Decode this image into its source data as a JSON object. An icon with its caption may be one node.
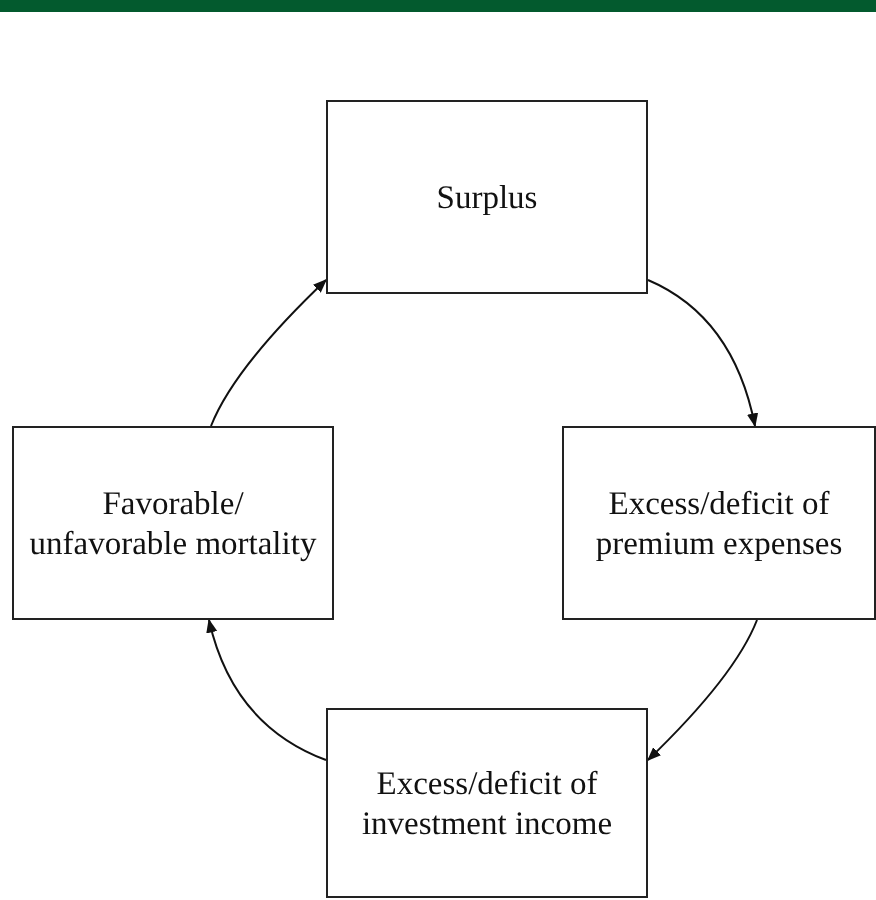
{
  "diagram": {
    "nodes": [
      {
        "text": [
          "Surplus"
        ]
      },
      {
        "text": [
          "Excess/deficit of premium expenses"
        ]
      },
      {
        "text": [
          "Excess/deficit of investment income"
        ]
      },
      {
        "text": [
          "Favorable/ unfavorable mortality"
        ]
      }
    ],
    "edges": [
      {
        "from": 0,
        "to": 1,
        "arrow": "to"
      },
      {
        "from": 1,
        "to": 2,
        "arrow": "to"
      },
      {
        "from": 2,
        "to": 3,
        "arrow": "to"
      },
      {
        "from": 3,
        "to": 0,
        "arrow": "to"
      }
    ]
  }
}
